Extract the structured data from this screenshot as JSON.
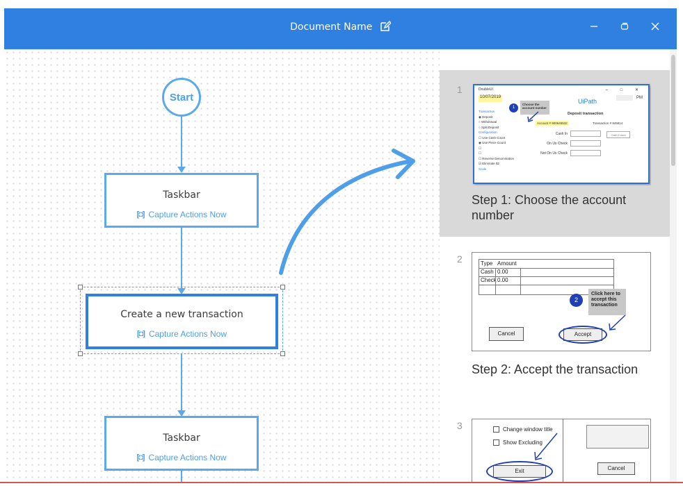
{
  "titlebar": {
    "document_name": "Document Name",
    "edit_icon": "edit-icon",
    "minimize_icon": "minimize-icon",
    "restore_icon": "restore-icon",
    "close_icon": "close-icon"
  },
  "flow": {
    "start_label": "Start",
    "nodes": [
      {
        "title": "Taskbar",
        "capture_label": "Capture Actions Now",
        "capture_icon": "capture-icon"
      },
      {
        "title": "Create a new transaction",
        "capture_label": "Capture Actions Now",
        "capture_icon": "capture-icon"
      },
      {
        "title": "Taskbar",
        "capture_label": "Capture Actions Now",
        "capture_icon": "capture-icon"
      }
    ]
  },
  "colors": {
    "accent": "#2f80e0",
    "flow_line": "#5aa9ec",
    "selected_step_bg": "#d9d9d9",
    "annotation": "#1f3fb7"
  },
  "steps_panel": {
    "steps": [
      {
        "number": "1",
        "label": "Step 1: Choose the account number",
        "thumbnail": {
          "window_title": "DoubleUI",
          "window_controls": "– □ ✕",
          "date": "10/07/2019",
          "brand": "UiPath",
          "time_suffix": "PM",
          "badge": "1",
          "callout": "Choose the account number",
          "side_items": [
            "Transaction",
            "◉ Deposit",
            "○ Withdrawal",
            "○ Split Deposit",
            "Configuration",
            "☐ Use Cash Count",
            "◉ Use Piece Count",
            "☐",
            "☐",
            "☐ Reverse Denomination",
            "☑ Eliminate $2",
            "Scale"
          ],
          "heading": "Deposit transaction",
          "account": "Account # 900645532",
          "transaction": "Transaction # 845814",
          "fields": [
            "Cash In",
            "On Us Check",
            "Not On Us Check"
          ],
          "button": "Cash Count"
        }
      },
      {
        "number": "2",
        "label": "Step 2: Accept the transaction",
        "thumbnail": {
          "headers": [
            "Type",
            "Amount"
          ],
          "rows": [
            [
              "Cash",
              "0.00"
            ],
            [
              "Check",
              "0.00"
            ]
          ],
          "badge": "2",
          "callout": "Click here to accept this transaction",
          "cancel": "Cancel",
          "accept": "Accept"
        }
      },
      {
        "number": "3",
        "label": "",
        "thumbnail": {
          "options": [
            "Change window title",
            "Show Excluding"
          ],
          "cancel": "Cancel",
          "exit": "Exit"
        }
      }
    ]
  }
}
